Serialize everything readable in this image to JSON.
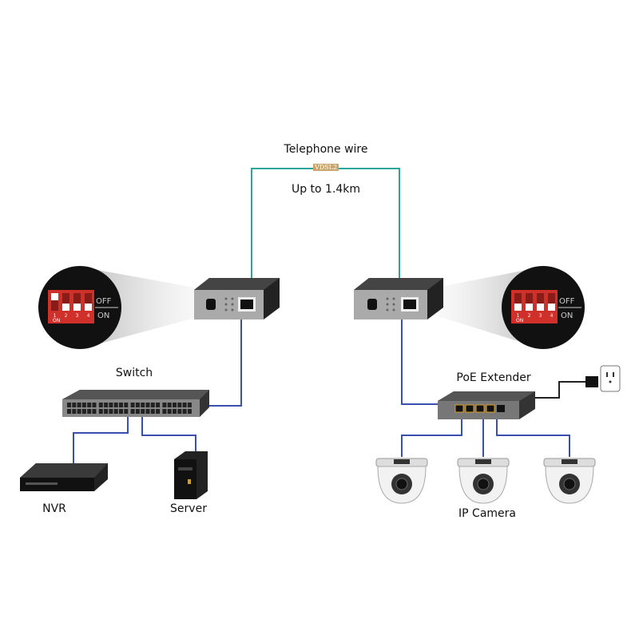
{
  "link": {
    "title": "Telephone wire",
    "tag": "VDSL2",
    "distance": "Up to 1.4km",
    "color": "#2aa69a"
  },
  "ethernet_color": "#3a4fb0",
  "left_site": {
    "switch_label": "Switch",
    "devices": [
      "NVR",
      "Server"
    ],
    "dip": {
      "off": "OFF",
      "on": "ON",
      "numbers": [
        "1",
        "2",
        "3",
        "4"
      ],
      "switch_label": "ON",
      "positions": [
        "off",
        "on",
        "on",
        "on"
      ]
    }
  },
  "right_site": {
    "extender_label": "PoE Extender",
    "camera_label": "IP Camera",
    "dip": {
      "off": "OFF",
      "on": "ON",
      "numbers": [
        "1",
        "2",
        "3",
        "4"
      ],
      "switch_label": "ON",
      "positions": [
        "on",
        "on",
        "on",
        "on"
      ]
    }
  }
}
